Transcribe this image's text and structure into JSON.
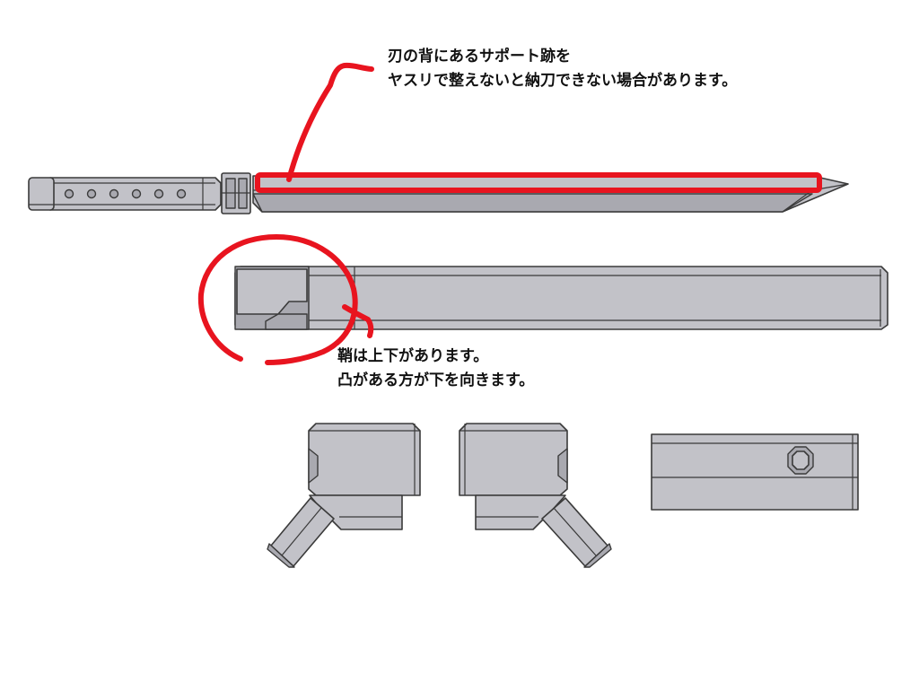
{
  "notes": {
    "blade": {
      "line1": "刃の背にあるサポート跡を",
      "line2": "ヤスリで整えないと納刀できない場合があります。"
    },
    "sheath": {
      "line1": "鞘は上下があります。",
      "line2": "凸がある方が下を向きます。"
    }
  },
  "colors": {
    "part_fill": "#c2c2c8",
    "part_shade": "#a9a9b0",
    "outline": "#3a3a3a",
    "annotation_red": "#e8141f"
  }
}
